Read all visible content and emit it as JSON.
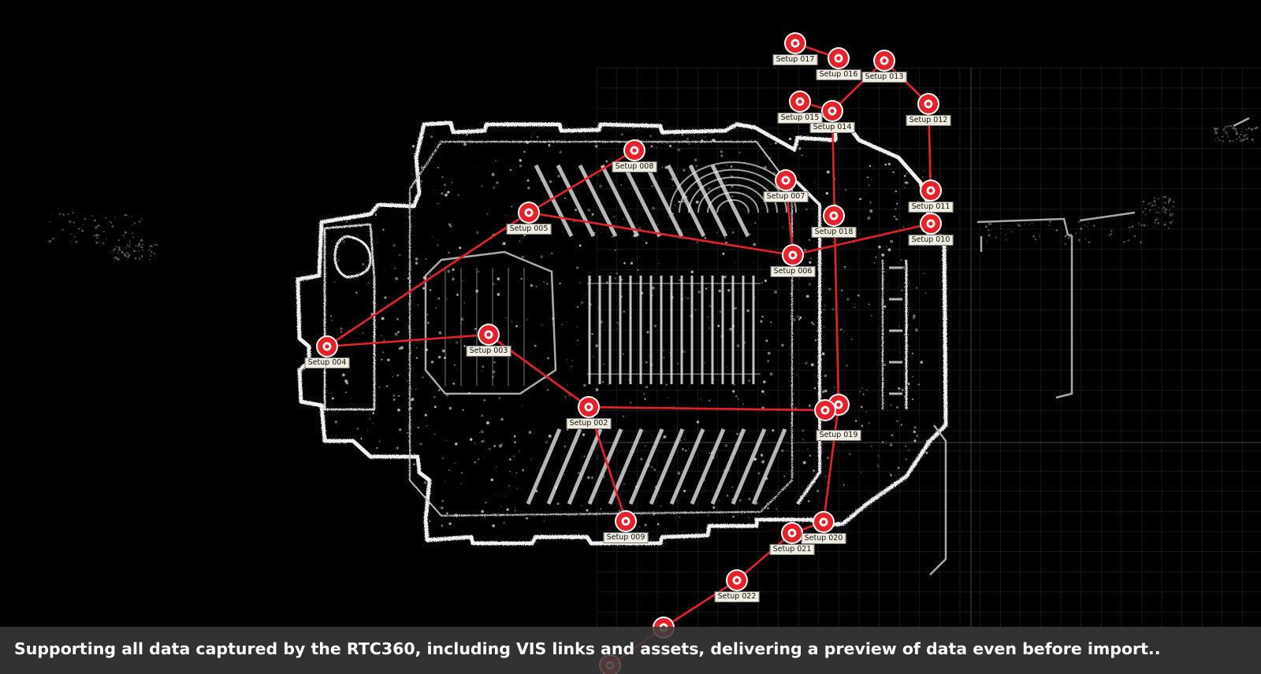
{
  "theme": {
    "background": "#000000",
    "scan_color": "#e6e6e6",
    "grid_color": "#3a3a3a",
    "link_color": "#e8202a",
    "marker_fill": "#e8202a",
    "marker_center": "#ffffff",
    "label_bg": "#f1ede0",
    "caption_bg": "#3a3a3a",
    "caption_color": "#ffffff"
  },
  "caption": "Supporting all data captured by the RTC360, including VIS links and assets, delivering a preview of data even before import..",
  "setups": [
    {
      "id": "s2",
      "label": "Setup 002"
    },
    {
      "id": "s3",
      "label": "Setup 003"
    },
    {
      "id": "s4",
      "label": "Setup 004"
    },
    {
      "id": "s5",
      "label": "Setup 005"
    },
    {
      "id": "s6",
      "label": "Setup 006"
    },
    {
      "id": "s7",
      "label": "Setup 007"
    },
    {
      "id": "s8",
      "label": "Setup 008"
    },
    {
      "id": "s9",
      "label": "Setup 009"
    },
    {
      "id": "s10",
      "label": "Setup 010"
    },
    {
      "id": "s11",
      "label": "Setup 011"
    },
    {
      "id": "s12",
      "label": "Setup 012"
    },
    {
      "id": "s13",
      "label": "Setup 013"
    },
    {
      "id": "s14",
      "label": "Setup 014"
    },
    {
      "id": "s15",
      "label": "Setup 015"
    },
    {
      "id": "s16",
      "label": "Setup 016"
    },
    {
      "id": "s17",
      "label": "Setup 017"
    },
    {
      "id": "s18",
      "label": "Setup 018"
    },
    {
      "id": "s19",
      "label": "Setup 019"
    },
    {
      "id": "s20",
      "label": "Setup 020"
    },
    {
      "id": "s21",
      "label": "Setup 021"
    },
    {
      "id": "s22",
      "label": "Setup 022"
    },
    {
      "id": "s23",
      "label": ""
    },
    {
      "id": "s24",
      "label": ""
    },
    {
      "id": "s25",
      "label": ""
    }
  ],
  "links": [
    [
      "s4",
      "s5"
    ],
    [
      "s5",
      "s8"
    ],
    [
      "s5",
      "s6"
    ],
    [
      "s6",
      "s7"
    ],
    [
      "s6",
      "s10"
    ],
    [
      "s4",
      "s3"
    ],
    [
      "s3",
      "s2"
    ],
    [
      "s2",
      "s9"
    ],
    [
      "s2",
      "s25"
    ],
    [
      "s25",
      "s19"
    ],
    [
      "s19",
      "s14"
    ],
    [
      "s14",
      "s15"
    ],
    [
      "s14",
      "s13"
    ],
    [
      "s13",
      "s12"
    ],
    [
      "s12",
      "s11"
    ],
    [
      "s19",
      "s20"
    ],
    [
      "s20",
      "s21"
    ],
    [
      "s21",
      "s22"
    ],
    [
      "s22",
      "s23"
    ],
    [
      "s23",
      "s24"
    ],
    [
      "s17",
      "s16"
    ]
  ]
}
